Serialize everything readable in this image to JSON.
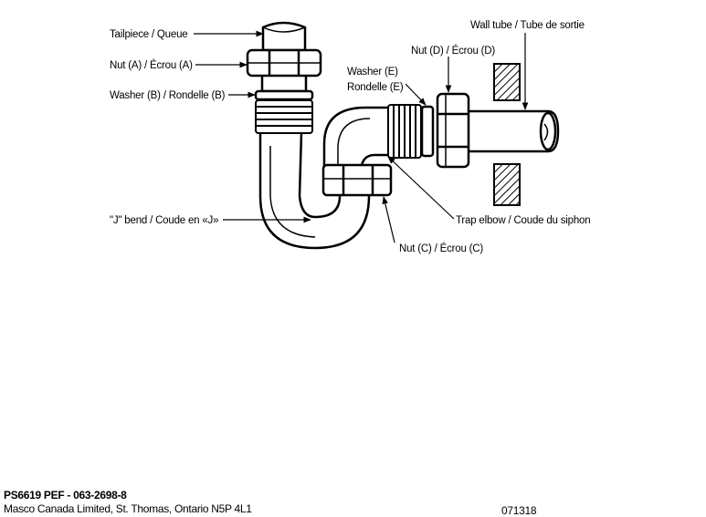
{
  "labels": {
    "tailpiece": "Tailpiece / Queue",
    "nut_a": "Nut (A) / Écrou (A)",
    "washer_b": "Washer (B) / Rondelle (B)",
    "j_bend": "\"J\" bend / Coude en «J»",
    "washer_e_line1": "Washer (E)",
    "washer_e_line2": "Rondelle (E)",
    "nut_d": "Nut (D) / Écrou (D)",
    "wall_tube": "Wall tube / Tube de sortie",
    "trap_elbow": "Trap elbow / Coude du siphon",
    "nut_c": "Nut (C) / Écrou (C)"
  },
  "footer": {
    "part_number": "PS6619 PEF - 063-2698-8",
    "company": "Masco Canada Limited, St. Thomas, Ontario  N5P 4L1",
    "code": "071318"
  }
}
